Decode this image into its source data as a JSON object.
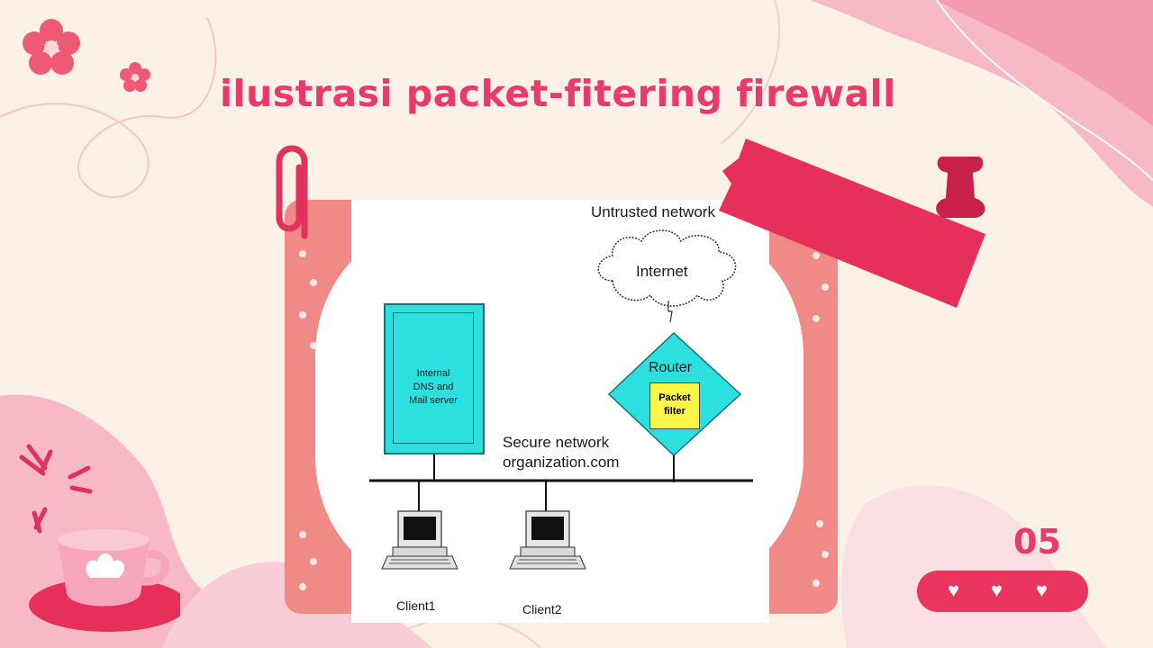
{
  "slide": {
    "title": "ilustrasi packet-fitering firewall",
    "page_number": "05",
    "colors": {
      "accent": "#e83a6b",
      "background": "#fcf1e6",
      "frame": "#f08a86",
      "pink_blob": "#f8bcc8"
    }
  },
  "diagram": {
    "untrusted_label": "Untrusted network",
    "internet_label": "Internet",
    "router_label": "Router",
    "packet_filter_label": "Packet\nfilter",
    "server_label": "Internal\nDNS and\nMail server",
    "secure_label_line1": "Secure network",
    "secure_label_line2": "organization.com",
    "client1_label": "Client1",
    "client2_label": "Client2"
  },
  "decorations": {
    "icons": [
      "flower-icon",
      "paperclip-icon",
      "tape-icon",
      "pushpin-icon",
      "teacup-icon",
      "heart-icon"
    ],
    "hearts": [
      "♥",
      "♥",
      "♥"
    ]
  }
}
